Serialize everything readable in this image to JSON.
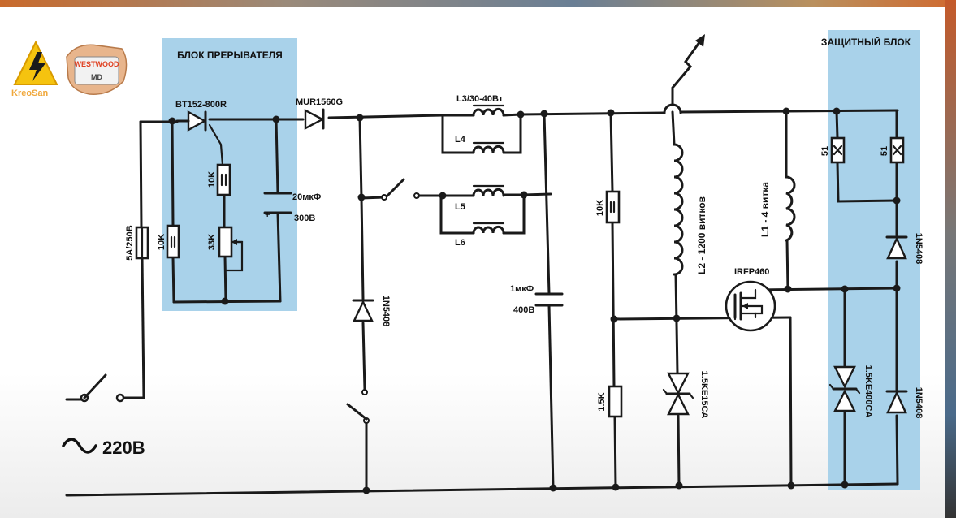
{
  "logos": {
    "left_text": "KreoSan",
    "center_top": "WESTWOOD",
    "center_bottom": "MD"
  },
  "blocks": {
    "interrupter_title": "БЛОК ПРЕРЫВАТЕЛЯ",
    "protection_title": "ЗАЩИТНЫЙ БЛОК"
  },
  "components": {
    "thyristor": "BT152-800R",
    "diode_main": "MUR1560G",
    "res_10k_a": "10K",
    "res_10k_b": "10K",
    "res_10k_c": "10K",
    "pot_33k": "33K",
    "cap_20": "20мкФ",
    "cap_20_v": "300В",
    "cap_plus": "+",
    "fuse": "5А/250В",
    "l3": "L3/30-40Вт",
    "l4": "L4",
    "l5": "L5",
    "l6": "L6",
    "diode_1n5408_a": "1N5408",
    "cap_1": "1мкФ",
    "cap_1_v": "400В",
    "res_1_5k": "1.5K",
    "l2": "L2 - 1200 витков",
    "tvs_15": "1.5KE15CA",
    "mosfet": "IRFP460",
    "l1": "L1 - 4 витка",
    "res_51_a": "51",
    "res_51_b": "51",
    "diode_1n5408_b": "1N5408",
    "tvs_400": "1.5KE400CA",
    "diode_1n5408_c": "1N5408",
    "mains": "220В"
  },
  "colors": {
    "block_fill": "#a9d2ea",
    "wire": "#1a1a1a",
    "logo_yellow": "#f5c30f",
    "logo_orange": "#e8833a"
  }
}
